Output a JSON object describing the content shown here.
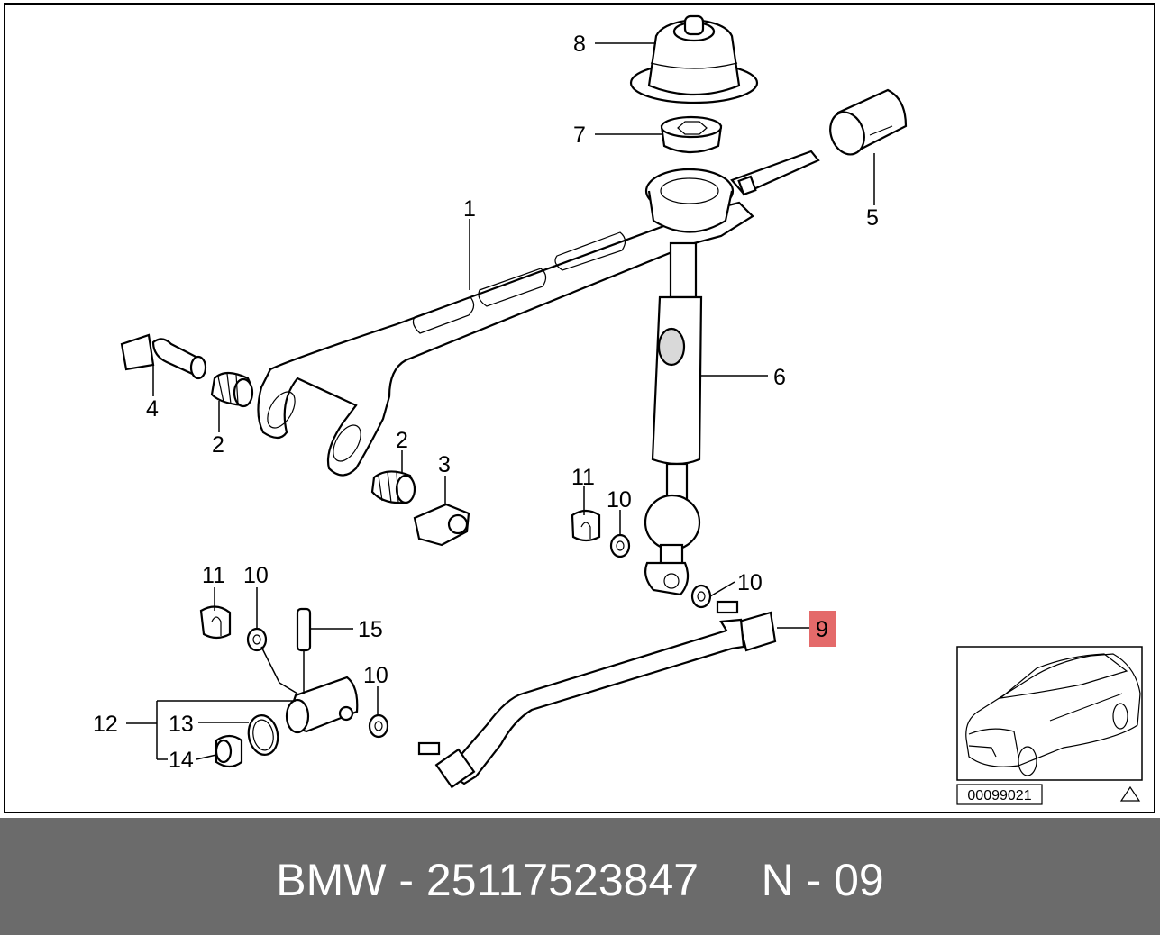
{
  "diagram": {
    "callouts": [
      {
        "id": "c1",
        "label": "1"
      },
      {
        "id": "c2a",
        "label": "2"
      },
      {
        "id": "c2b",
        "label": "2"
      },
      {
        "id": "c3",
        "label": "3"
      },
      {
        "id": "c4",
        "label": "4"
      },
      {
        "id": "c5",
        "label": "5"
      },
      {
        "id": "c6",
        "label": "6"
      },
      {
        "id": "c7",
        "label": "7"
      },
      {
        "id": "c8",
        "label": "8"
      },
      {
        "id": "c9",
        "label": "9",
        "highlighted": true,
        "highlight_color": "#e46a6a"
      },
      {
        "id": "c10a",
        "label": "10"
      },
      {
        "id": "c10b",
        "label": "10"
      },
      {
        "id": "c10c",
        "label": "10"
      },
      {
        "id": "c10d",
        "label": "10"
      },
      {
        "id": "c11a",
        "label": "11"
      },
      {
        "id": "c11b",
        "label": "11"
      },
      {
        "id": "c12",
        "label": "12"
      },
      {
        "id": "c13",
        "label": "13"
      },
      {
        "id": "c14",
        "label": "14"
      },
      {
        "id": "c15",
        "label": "15"
      }
    ],
    "reference_number": "00099021",
    "thumbnail_icon": "car-sedan-icon",
    "warning_icon": "triangle-icon"
  },
  "footer": {
    "brand": "BMW",
    "separator": " - ",
    "part_number": "25117523847",
    "position": "N - 09",
    "background_color": "#6b6b6b",
    "text_color": "#ffffff"
  }
}
